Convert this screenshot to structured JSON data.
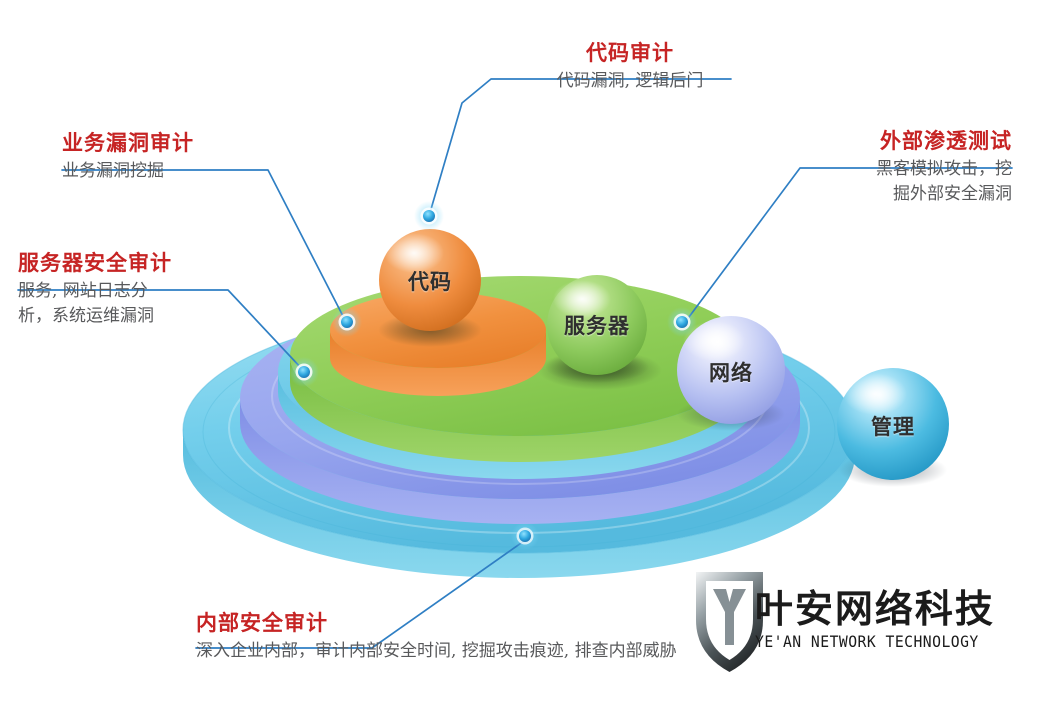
{
  "diagram": {
    "title": "安全审计服务体系图",
    "colors": {
      "title_red": "#c62424",
      "desc_gray": "#58595b",
      "leader_blue": "#2f7fc4",
      "disc_cyan": "#6ec7e6",
      "disc_periwinkle": "#9aa8ef",
      "disc_green": "#8ece5a",
      "disc_orange": "#f08a3c",
      "sphere_code_orange": "#ef8c3e",
      "sphere_server_green": "#8cc95c",
      "sphere_network_periwinkle": "#b3bdf0",
      "sphere_manage_cyan": "#49b9e0"
    }
  },
  "callouts": [
    {
      "id": "code-audit",
      "title": "代码审计",
      "desc": [
        "代码漏洞, 逻辑后门"
      ]
    },
    {
      "id": "business-vuln-audit",
      "title": "业务漏洞审计",
      "desc": [
        "业务漏洞挖掘"
      ]
    },
    {
      "id": "server-security-audit",
      "title": "服务器安全审计",
      "desc": [
        "服务, 网站日志分",
        "析，系统运维漏洞"
      ]
    },
    {
      "id": "external-penetration-test",
      "title": "外部渗透测试",
      "desc": [
        "黑客模拟攻击，挖",
        "掘外部安全漏洞"
      ]
    },
    {
      "id": "internal-security-audit",
      "title": "内部安全审计",
      "desc": [
        "深入企业内部，审计内部安全时间, 挖掘攻击痕迹, 排查内部威胁"
      ]
    }
  ],
  "spheres": [
    {
      "id": "code",
      "label": "代码",
      "color": "#ef8c3e"
    },
    {
      "id": "server",
      "label": "服务器",
      "color": "#8cc95c"
    },
    {
      "id": "network",
      "label": "网络",
      "color": "#b3bdf0"
    },
    {
      "id": "manage",
      "label": "管理",
      "color": "#49b9e0"
    }
  ],
  "watermark": {
    "cn": "叶安网络科技",
    "en": "YE'AN NETWORK TECHNOLOGY",
    "logo": "shield-y-logo"
  }
}
